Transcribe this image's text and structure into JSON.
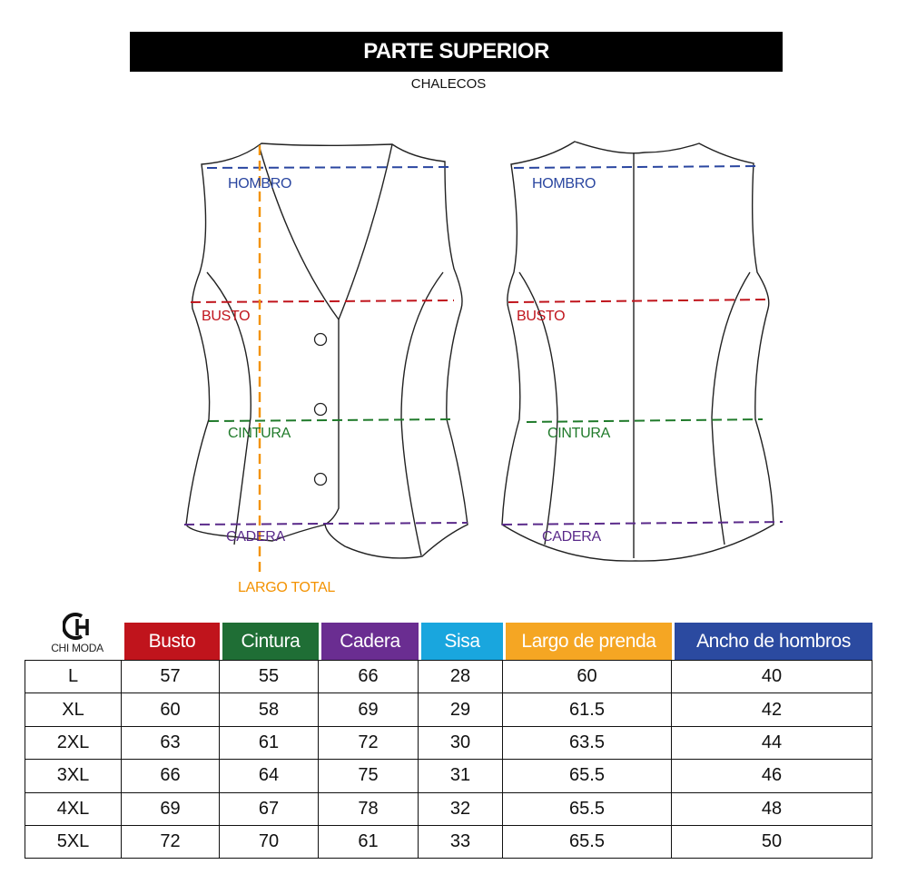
{
  "header": {
    "title": "PARTE SUPERIOR",
    "subtitle": "CHALECOS"
  },
  "diagram": {
    "front_labels": {
      "hombro": "HOMBRO",
      "busto": "BUSTO",
      "cintura": "CINTURA",
      "cadera": "CADERA",
      "largo_total": "LARGO TOTAL"
    },
    "back_labels": {
      "hombro": "HOMBRO",
      "busto": "BUSTO",
      "cintura": "CINTURA",
      "cadera": "CADERA"
    },
    "colors": {
      "hombro": "#2a46a0",
      "busto": "#c0141c",
      "cintura": "#1f7a2a",
      "cadera": "#5a2a8a",
      "largo": "#f39200"
    }
  },
  "logo": {
    "text": "CHI MODA"
  },
  "table": {
    "columns": [
      {
        "label": "Busto",
        "color": "#c0141c"
      },
      {
        "label": "Cintura",
        "color": "#1f6e35"
      },
      {
        "label": "Cadera",
        "color": "#6a2d91"
      },
      {
        "label": "Sisa",
        "color": "#19a6de"
      },
      {
        "label": "Largo de prenda",
        "color": "#f5a623"
      },
      {
        "label": "Ancho de hombros",
        "color": "#2b4aa0"
      }
    ],
    "rows": [
      {
        "size": "L",
        "values": [
          "57",
          "55",
          "66",
          "28",
          "60",
          "40"
        ]
      },
      {
        "size": "XL",
        "values": [
          "60",
          "58",
          "69",
          "29",
          "61.5",
          "42"
        ]
      },
      {
        "size": "2XL",
        "values": [
          "63",
          "61",
          "72",
          "30",
          "63.5",
          "44"
        ]
      },
      {
        "size": "3XL",
        "values": [
          "66",
          "64",
          "75",
          "31",
          "65.5",
          "46"
        ]
      },
      {
        "size": "4XL",
        "values": [
          "69",
          "67",
          "78",
          "32",
          "65.5",
          "48"
        ]
      },
      {
        "size": "5XL",
        "values": [
          "72",
          "70",
          "61",
          "33",
          "65.5",
          "50"
        ]
      }
    ]
  }
}
